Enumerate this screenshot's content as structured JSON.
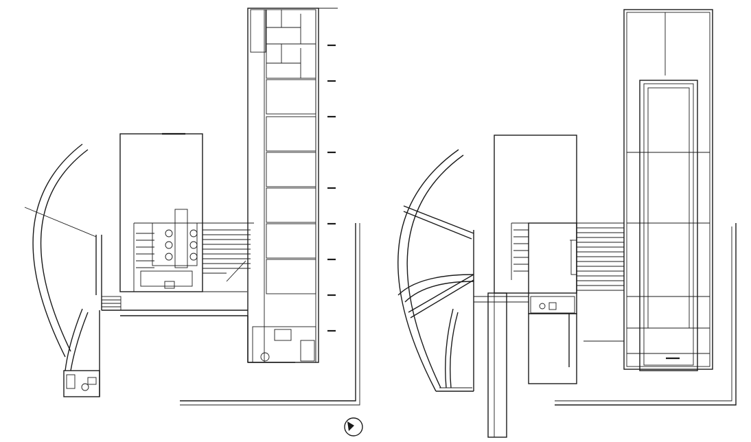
{
  "drawing": {
    "kind": "architectural floor plans",
    "plans": [
      {
        "id": "plan-left",
        "label": ""
      },
      {
        "id": "plan-right",
        "label": ""
      }
    ],
    "north_arrow": {
      "present": true
    },
    "text_labels": []
  },
  "colors": {
    "line": "#1a1a1a",
    "background": "#ffffff"
  }
}
